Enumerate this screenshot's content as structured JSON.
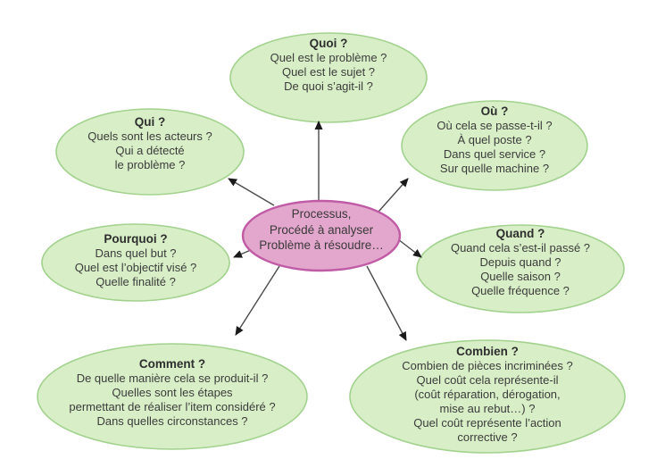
{
  "colors": {
    "background": "#ffffff",
    "node_fill": "#d7eec6",
    "node_border": "#a3d28f",
    "center_fill": "#e3a6cc",
    "center_border": "#c05ca6",
    "text": "#3c3c3c",
    "arrow": "#4b4b4b",
    "arrowhead": "#1a1a1a"
  },
  "center": {
    "lines": [
      "Processus,",
      "Procédé à analyser",
      "Problème à résoudre…"
    ]
  },
  "nodes": {
    "quoi": {
      "title": "Quoi ?",
      "lines": [
        "Quel est le problème ?",
        "Quel est le sujet ?",
        "De quoi s’agit-il ?"
      ]
    },
    "ou": {
      "title": "Où ?",
      "lines": [
        "Où cela se passe-t-il ?",
        "À quel poste ?",
        "Dans quel service ?",
        "Sur quelle machine ?"
      ]
    },
    "quand": {
      "title": "Quand ?",
      "lines": [
        "Quand cela s’est-il passé ?",
        "Depuis quand ?",
        "Quelle saison ?",
        "Quelle fréquence ?"
      ]
    },
    "combien": {
      "title": "Combien ?",
      "lines": [
        "Combien de pièces incriminées ?",
        "Quel coût cela représente-il",
        "(coût réparation, dérogation,",
        "mise au rebut…) ?",
        "Quel coût représente l’action",
        "corrective ?"
      ]
    },
    "comment": {
      "title": "Comment ?",
      "lines": [
        "De quelle manière cela se produit-il ?",
        "Quelles sont les étapes",
        "permettant de réaliser l’item considéré ?",
        "Dans quelles circonstances ?"
      ]
    },
    "pourquoi": {
      "title": "Pourquoi ?",
      "lines": [
        "Dans quel but ?",
        "Quel est l’objectif visé ?",
        "Quelle finalité ?"
      ]
    },
    "qui": {
      "title": "Qui ?",
      "lines": [
        "Quels sont les acteurs ?",
        "Qui a détecté",
        "le problème ?"
      ]
    }
  }
}
